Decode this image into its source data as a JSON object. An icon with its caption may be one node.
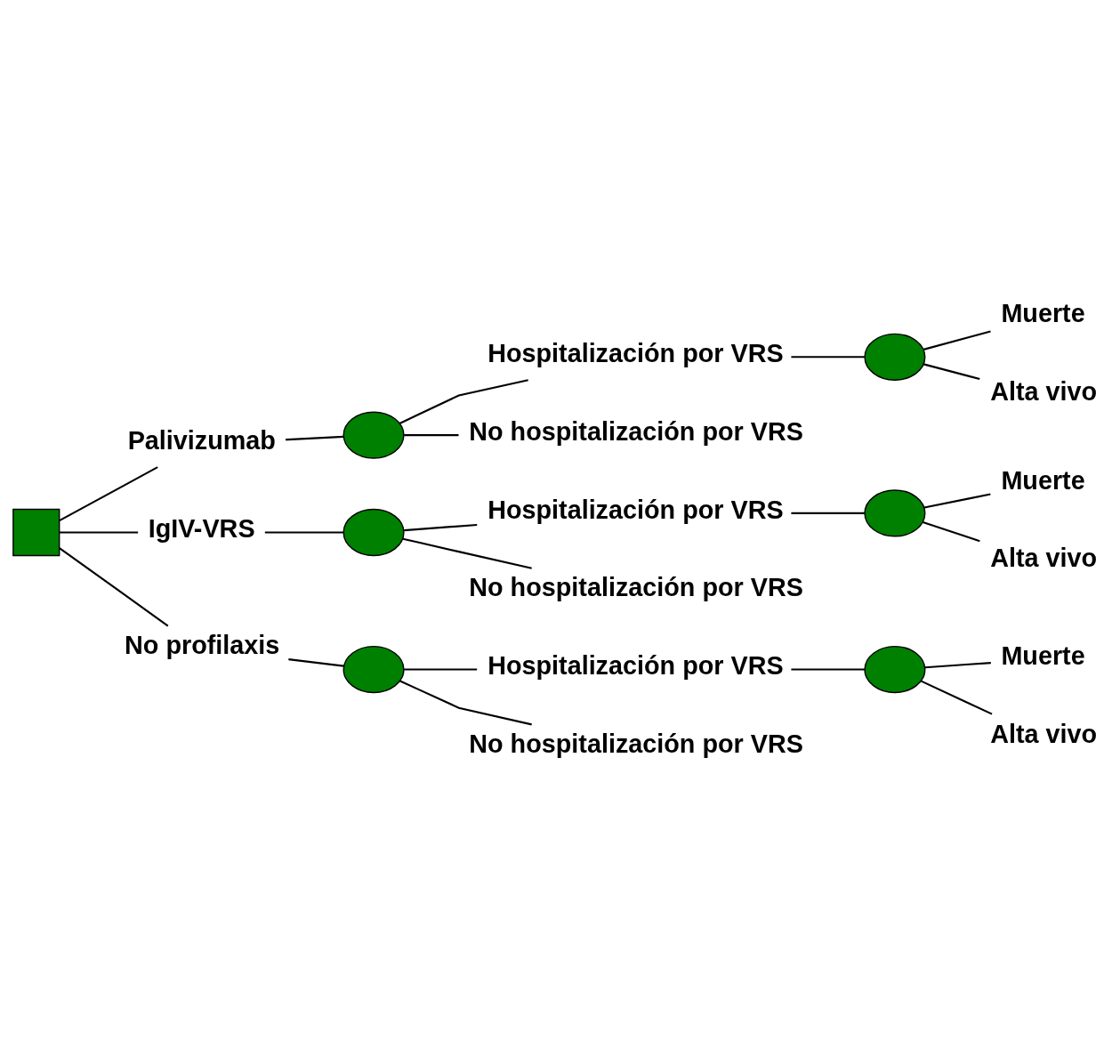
{
  "diagram": {
    "nodes": [
      {
        "text": [],
        "shape": "box"
      },
      {
        "text": [
          "Palivizumab"
        ]
      },
      {
        "text": [],
        "shape": "circle"
      },
      {
        "text": [
          "Hospitalización por VRS"
        ]
      },
      {
        "text": [
          "No hospitalización por VRS"
        ]
      },
      {
        "text": [],
        "shape": "circle"
      },
      {
        "text": [
          "Muerte"
        ]
      },
      {
        "text": [
          "Alta vivo"
        ]
      },
      {
        "text": [
          "IgIV-VRS"
        ]
      },
      {
        "text": [],
        "shape": "circle"
      },
      {
        "text": [
          "Hospitalización por VRS"
        ]
      },
      {
        "text": [
          "No hospitalización por VRS"
        ]
      },
      {
        "text": [],
        "shape": "circle"
      },
      {
        "text": [
          "Muerte"
        ]
      },
      {
        "text": [
          "Alta vivo"
        ]
      },
      {
        "text": [
          "No profilaxis"
        ]
      },
      {
        "text": [],
        "shape": "circle"
      },
      {
        "text": [
          "Hospitalización por VRS"
        ]
      },
      {
        "text": [
          "No hospitalización por VRS"
        ]
      },
      {
        "text": [],
        "shape": "circle"
      },
      {
        "text": [
          "Muerte"
        ]
      },
      {
        "text": [
          "Alta vivo"
        ]
      }
    ],
    "edges": [
      {
        "from": 0,
        "to": 1,
        "arrow": "none"
      },
      {
        "from": 1,
        "to": 2,
        "arrow": "none"
      },
      {
        "from": 2,
        "to": 3,
        "arrow": "none"
      },
      {
        "from": 2,
        "to": 4,
        "arrow": "none"
      },
      {
        "from": 3,
        "to": 5,
        "arrow": "none"
      },
      {
        "from": 5,
        "to": 6,
        "arrow": "none"
      },
      {
        "from": 5,
        "to": 7,
        "arrow": "none"
      },
      {
        "from": 0,
        "to": 8,
        "arrow": "none"
      },
      {
        "from": 8,
        "to": 9,
        "arrow": "none"
      },
      {
        "from": 9,
        "to": 10,
        "arrow": "none"
      },
      {
        "from": 9,
        "to": 11,
        "arrow": "none"
      },
      {
        "from": 10,
        "to": 12,
        "arrow": "none"
      },
      {
        "from": 12,
        "to": 13,
        "arrow": "none"
      },
      {
        "from": 12,
        "to": 14,
        "arrow": "none"
      },
      {
        "from": 0,
        "to": 15,
        "arrow": "none"
      },
      {
        "from": 15,
        "to": 16,
        "arrow": "none"
      },
      {
        "from": 16,
        "to": 17,
        "arrow": "none"
      },
      {
        "from": 16,
        "to": 18,
        "arrow": "none"
      },
      {
        "from": 17,
        "to": 19,
        "arrow": "none"
      },
      {
        "from": 19,
        "to": 20,
        "arrow": "none"
      },
      {
        "from": 19,
        "to": 21,
        "arrow": "none"
      }
    ]
  }
}
